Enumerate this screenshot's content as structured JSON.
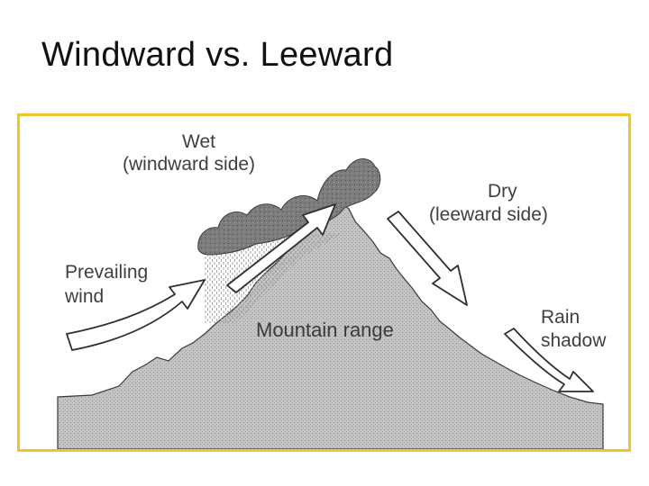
{
  "slide": {
    "title": "Windward vs. Leeward"
  },
  "diagram": {
    "labels": {
      "wet": "Wet",
      "windward_side": "(windward side)",
      "dry": "Dry",
      "leeward_side": "(leeward side)",
      "prevailing": "Prevailing",
      "wind": "wind",
      "mountain_range": "Mountain range",
      "rain": "Rain",
      "shadow": "shadow"
    },
    "colors": {
      "frame_border": "#eec52a",
      "mountain_fill": "#bdbdbd",
      "cloud_fill": "#7a7a7a",
      "label_text": "#3f3f3f"
    }
  }
}
